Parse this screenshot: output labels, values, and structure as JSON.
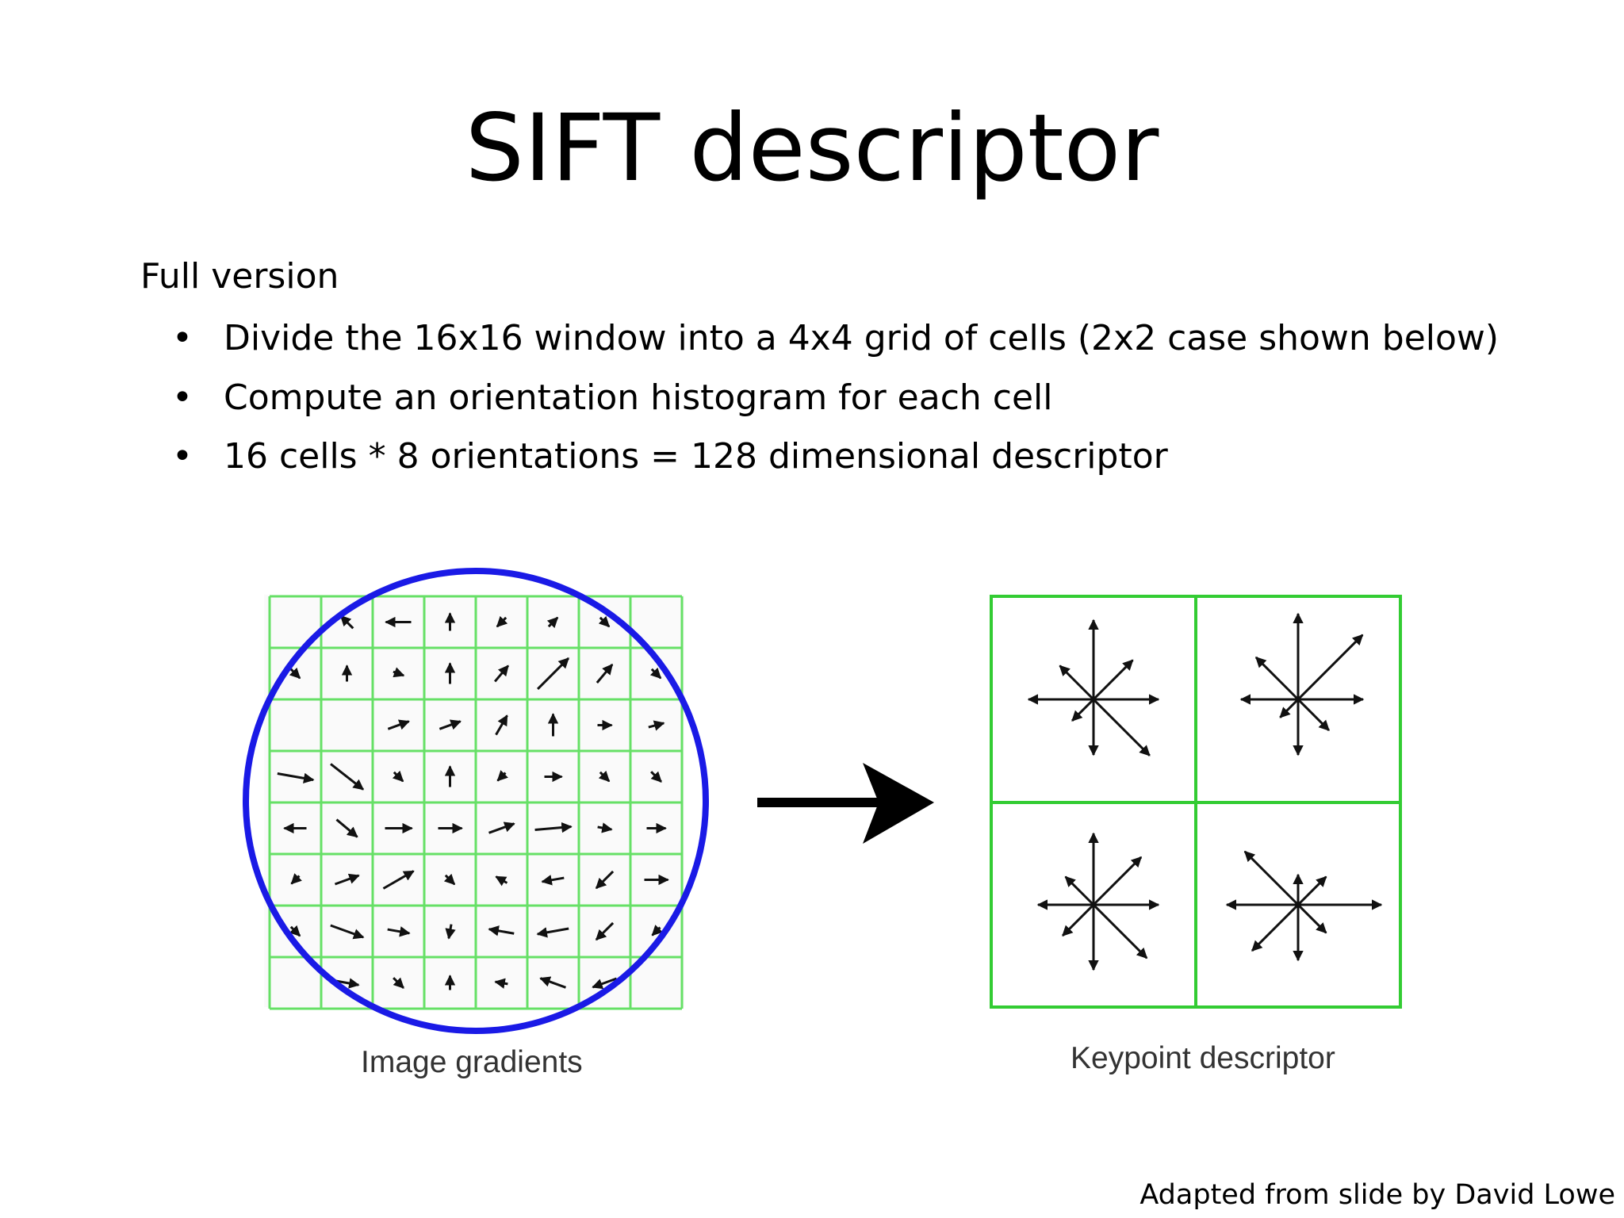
{
  "slide": {
    "title": "SIFT descriptor",
    "subhead": "Full version",
    "bullets": [
      "Divide the 16x16 window into a 4x4 grid of cells (2x2 case shown below)",
      "Compute an orientation histogram for each cell",
      "16 cells * 8 orientations = 128 dimensional descriptor"
    ],
    "bullet_glyph": "•",
    "credit": "Adapted from slide by David Lowe"
  },
  "figure": {
    "left_caption": "Image gradients",
    "right_caption": "Keypoint descriptor",
    "colors": {
      "grid": "#66e066",
      "circle": "#1a1ae6",
      "arrow": "#111111",
      "descriptor_grid": "#33cc33"
    }
  }
}
